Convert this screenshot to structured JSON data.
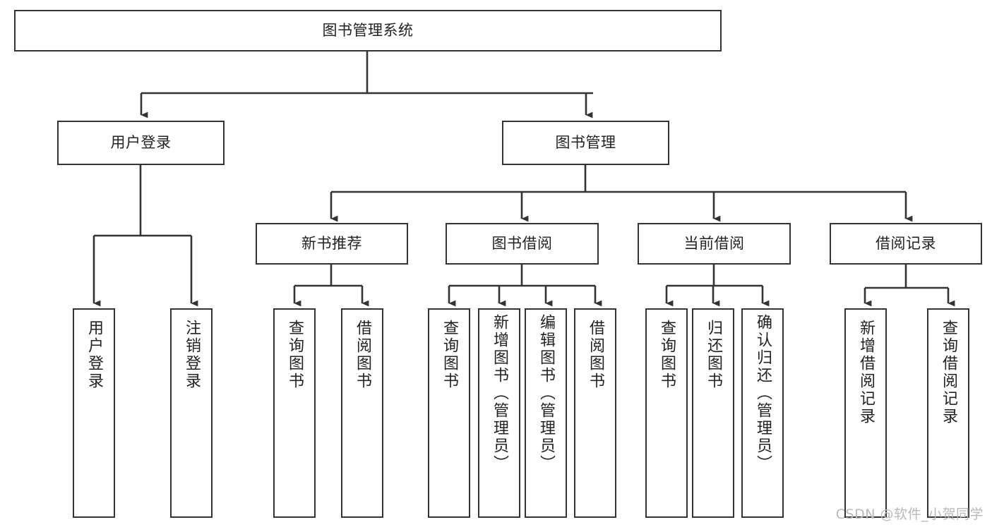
{
  "diagram": {
    "title": "图书管理系统",
    "watermark": "CSDN @软件_小贺同学",
    "line_color": "#333333",
    "box_fill": "#ffffff",
    "text_color": "#222222",
    "nodes": {
      "root": {
        "label": "图书管理系统"
      },
      "level1": [
        {
          "id": "user-login",
          "label": "用户登录"
        },
        {
          "id": "book-manage",
          "label": "图书管理"
        }
      ],
      "level2": [
        {
          "id": "new-book-recommend",
          "label": "新书推荐"
        },
        {
          "id": "book-borrow",
          "label": "图书借阅"
        },
        {
          "id": "current-borrow",
          "label": "当前借阅"
        },
        {
          "id": "borrow-record",
          "label": "借阅记录"
        }
      ],
      "leaves": {
        "user-login": [
          {
            "id": "leaf-user-login",
            "label": "用户登录"
          },
          {
            "id": "leaf-logout-login",
            "label": "注销登录"
          }
        ],
        "new-book-recommend": [
          {
            "id": "leaf-query-book-1",
            "label": "查询图书"
          },
          {
            "id": "leaf-borrow-book-1",
            "label": "借阅图书"
          }
        ],
        "book-borrow": [
          {
            "id": "leaf-query-book-2",
            "label": "查询图书"
          },
          {
            "id": "leaf-add-book",
            "label": "新增图书（管理员）"
          },
          {
            "id": "leaf-edit-book",
            "label": "编辑图书（管理员）"
          },
          {
            "id": "leaf-borrow-book-2",
            "label": "借阅图书"
          }
        ],
        "current-borrow": [
          {
            "id": "leaf-query-book-3",
            "label": "查询图书"
          },
          {
            "id": "leaf-return-book",
            "label": "归还图书"
          },
          {
            "id": "leaf-confirm-return",
            "label": "确认归还（管理员）"
          }
        ],
        "borrow-record": [
          {
            "id": "leaf-add-record",
            "label": "新增借阅记录"
          },
          {
            "id": "leaf-query-record",
            "label": "查询借阅记录"
          }
        ]
      }
    }
  }
}
